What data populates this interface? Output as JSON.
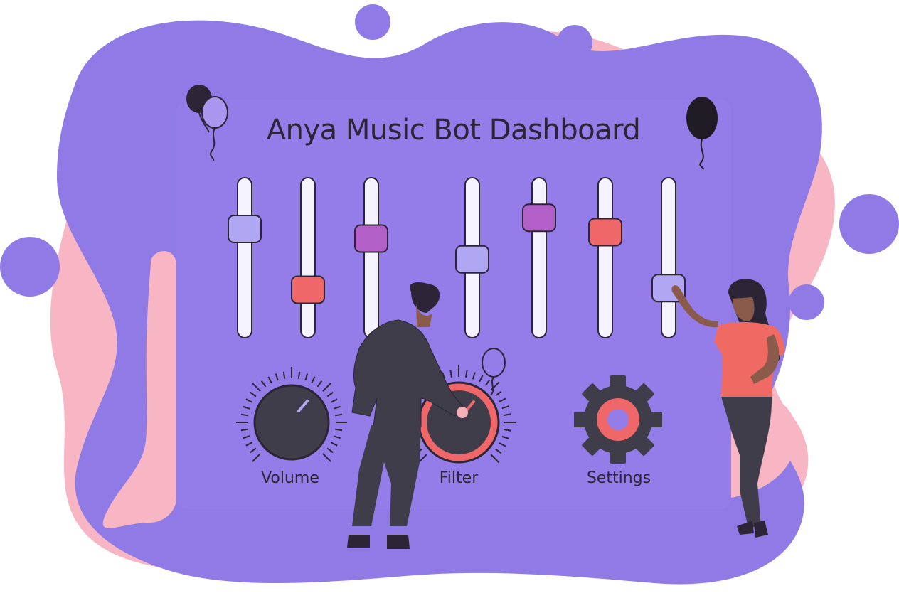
{
  "dashboard": {
    "title": "Anya Music Bot Dashboard"
  },
  "colors": {
    "purple": "#8f7ae6",
    "pink": "#f8b5c4",
    "panel": "#947de8",
    "dark": "#3f3d4a",
    "red": "#f0676a",
    "magenta": "#b260c8",
    "lavender": "#b1a6f2"
  },
  "sliders": [
    {
      "level": 0.68,
      "color": "#b1a6f2"
    },
    {
      "level": 0.3,
      "color": "#f0676a"
    },
    {
      "level": 0.62,
      "color": "#b260c8"
    },
    {
      "level": 0.49,
      "color": "#b1a6f2"
    },
    {
      "level": 0.75,
      "color": "#b260c8"
    },
    {
      "level": 0.66,
      "color": "#f0676a"
    },
    {
      "level": 0.31,
      "color": "#b1a6f2"
    }
  ],
  "knobs": {
    "volume_label": "Volume",
    "filter_label": "Filter",
    "settings_label": "Settings"
  },
  "icons": {
    "settings": "gear-icon",
    "balloon": "balloon-icon"
  }
}
